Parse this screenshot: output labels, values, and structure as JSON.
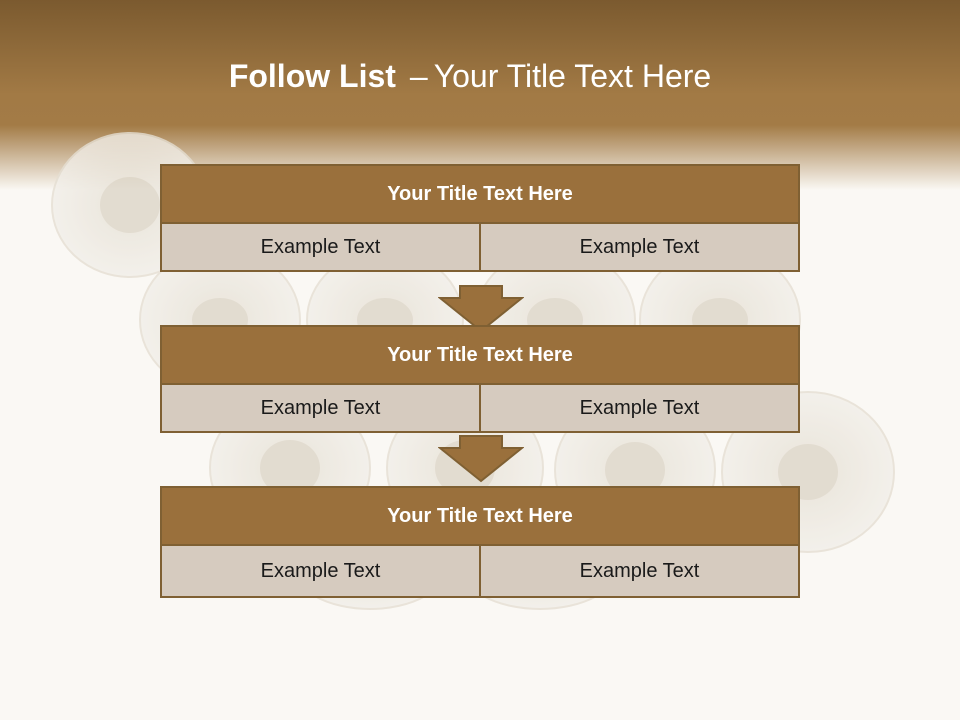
{
  "title": {
    "bold": "Follow List",
    "dash": "–",
    "rest": "Your Title Text Here"
  },
  "blocks": [
    {
      "title": "Your Title Text Here",
      "cells": [
        "Example Text",
        "Example Text"
      ]
    },
    {
      "title": "Your Title Text Here",
      "cells": [
        "Example Text",
        "Example Text"
      ]
    },
    {
      "title": "Your Title Text Here",
      "cells": [
        "Example Text",
        "Example Text"
      ]
    }
  ],
  "colors": {
    "header_brown": "#a37b46",
    "block_title": "#9a703c",
    "block_cell": "#d6cbbf",
    "border": "#7f6033",
    "arrow": "#9a703c"
  },
  "icons": [
    "down-arrow-icon"
  ]
}
